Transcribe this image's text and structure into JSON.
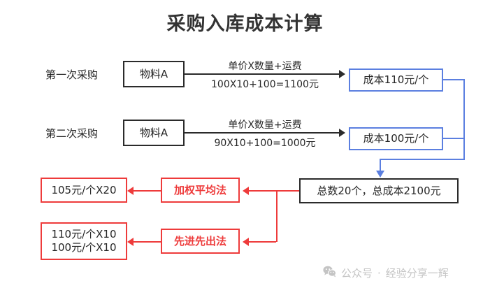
{
  "title": "采购入库成本计算",
  "rows": [
    {
      "label": "第一次采购",
      "material": "物料A",
      "formula_top": "单价X数量+运费",
      "formula_bottom": "100X10+100=1100元",
      "result": "成本110元/个"
    },
    {
      "label": "第二次采购",
      "material": "物料A",
      "formula_top": "单价X数量+运费",
      "formula_bottom": "90X10+100=1000元",
      "result": "成本100元/个"
    }
  ],
  "total": {
    "text": "总数20个，总成本2100元"
  },
  "methods": [
    {
      "name": "加权平均法",
      "result_line1": "105元/个X20",
      "result_line2": ""
    },
    {
      "name": "先进先出法",
      "result_line1": "110元/个X10",
      "result_line2": "100元/个X10"
    }
  ],
  "watermark": {
    "icon": "wechat-icon",
    "prefix": "公众号",
    "separator": "·",
    "account": "经验分享一辉"
  },
  "colors": {
    "black": "#2b2b2b",
    "blue": "#5b7fe0",
    "red": "#ee3b3b",
    "title": "#333333",
    "watermark": "#c4c4c4"
  }
}
